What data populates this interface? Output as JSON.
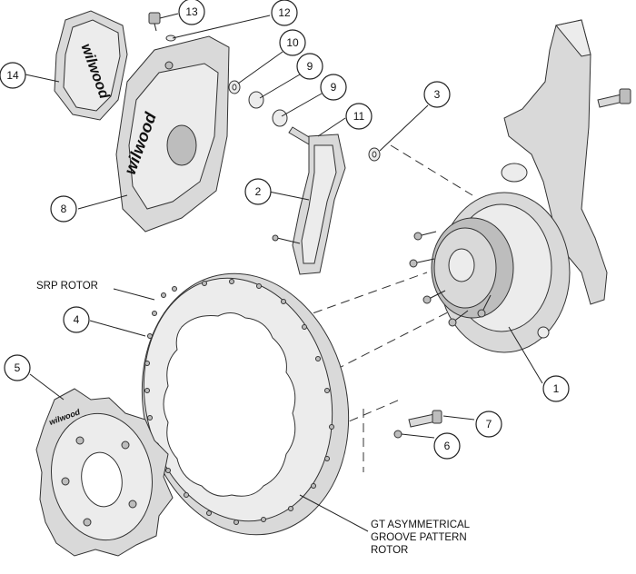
{
  "callouts": [
    {
      "id": "1"
    },
    {
      "id": "2"
    },
    {
      "id": "3"
    },
    {
      "id": "4"
    },
    {
      "id": "5"
    },
    {
      "id": "6"
    },
    {
      "id": "7"
    },
    {
      "id": "8"
    },
    {
      "id": "9a",
      "text": "9"
    },
    {
      "id": "9b",
      "text": "9"
    },
    {
      "id": "10"
    },
    {
      "id": "11"
    },
    {
      "id": "12"
    },
    {
      "id": "13"
    },
    {
      "id": "14"
    }
  ],
  "labels": {
    "srp_rotor": "SRP ROTOR",
    "gt_line1": "GT ASYMMETRICAL",
    "gt_line2": "GROOVE PATTERN",
    "gt_line3": "ROTOR"
  },
  "logos": {
    "pad": "wilwood",
    "caliper": "wilwood",
    "hat": "wilwood"
  },
  "colors": {
    "part_fill": "#d9d9d9",
    "outline": "#333333",
    "background": "#ffffff"
  }
}
